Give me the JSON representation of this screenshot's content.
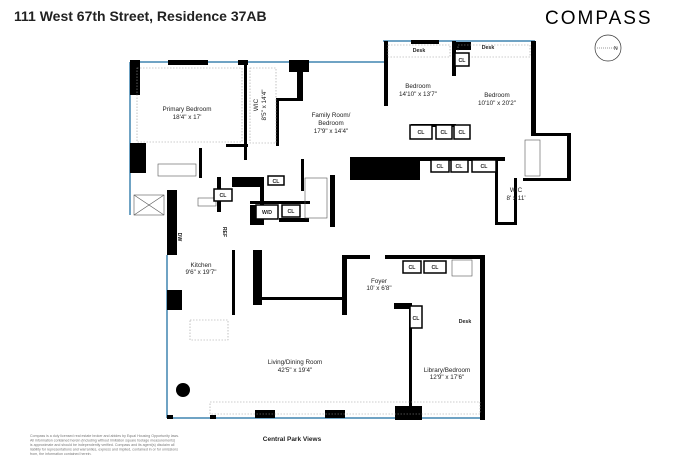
{
  "header": {
    "title": "111 West 67th Street, Residence 37AB",
    "logo": "COMPASS"
  },
  "rooms": {
    "primary_bedroom": {
      "name": "Primary Bedroom",
      "size": "18'4\" x 17'"
    },
    "wic_primary": {
      "name": "WIC",
      "size": "8'5\" x 14'4\""
    },
    "family_room": {
      "name1": "Family Room/",
      "name2": "Bedroom",
      "size": "17'9\" x 14'4\""
    },
    "bedroom_1": {
      "name": "Bedroom",
      "size": "14'10\" x 13'7\""
    },
    "bedroom_2": {
      "name": "Bedroom",
      "size": "10'10\" x 20'2\""
    },
    "wic_2": {
      "name": "WIC",
      "size": "8' x 11'"
    },
    "kitchen": {
      "name": "Kitchen",
      "size": "9'6\" x 19'7\""
    },
    "foyer": {
      "name": "Foyer",
      "size": "10' x 6'8\""
    },
    "living": {
      "name": "Living/Dining Room",
      "size": "42'5\" x 19'4\""
    },
    "library": {
      "name": "Library/Bedroom",
      "size": "12'9\" x 17'6\""
    }
  },
  "fixtures": {
    "closet": "CL",
    "desk": "Desk",
    "washer_dryer": "W/D",
    "refrigerator": "REF",
    "dishwasher": "DW"
  },
  "view_label": "Central Park Views",
  "compass_rose": {
    "north": "N"
  },
  "disclaimer": [
    "Compass is a duly licensed real estate broker and abides by Equal Housing Opportunity laws.",
    "All information contained herein (including without limitation square footage measurements)",
    "is approximate and should be independently verified. Compass and its agent(s) disclaim all",
    "liability for representations and warranties, express and implied, contained in or for omissions",
    "from, the information contained herein."
  ]
}
